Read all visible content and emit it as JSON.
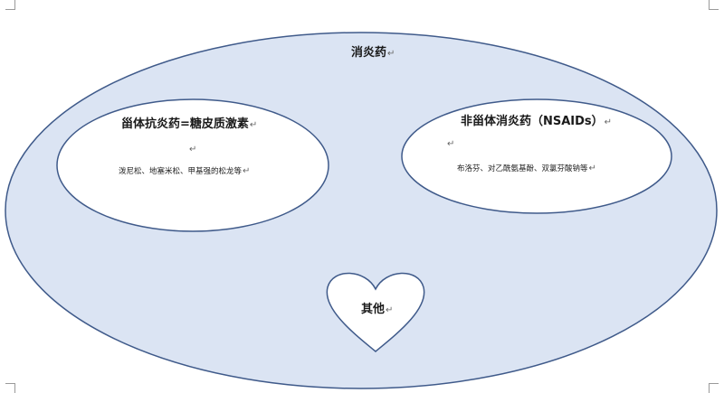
{
  "diagram": {
    "outer": {
      "title": "消炎药"
    },
    "left": {
      "title": "甾体抗炎药=糖皮质激素",
      "examples": "泼尼松、地塞米松、甲基强的松龙等"
    },
    "right": {
      "title": "非甾体消炎药（NSAIDs）",
      "examples": "布洛芬、对乙酰氨基酚、双氯芬酸钠等"
    },
    "heart": {
      "label": "其他"
    },
    "paragraph_mark": "↵",
    "colors": {
      "outer_fill": "#dbe4f3",
      "stroke": "#3f5a8a",
      "inner_fill": "#ffffff"
    }
  }
}
